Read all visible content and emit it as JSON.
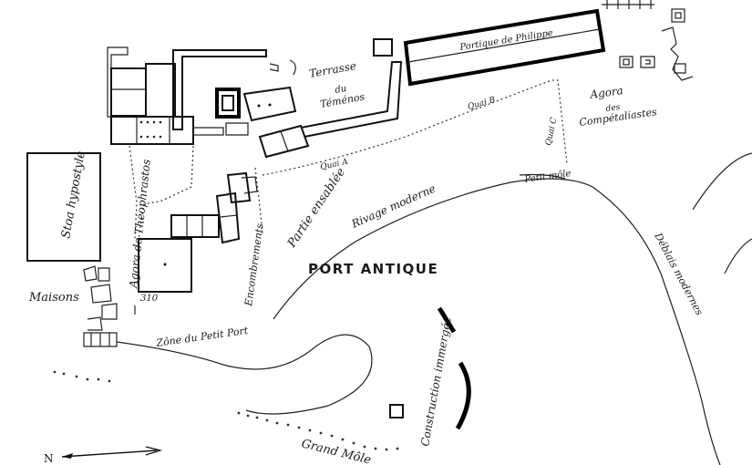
{
  "labels": {
    "portique": "Portique de Philippe",
    "terrasse_1": "Terrasse",
    "terrasse_2": "du",
    "terrasse_3": "Téménos",
    "agora_comp_1": "Agora",
    "agora_comp_2": "des",
    "agora_comp_3": "Compétaliastes",
    "quai_a": "Quai A",
    "quai_b": "Quai B",
    "quai_c": "Quai C",
    "petit_mole": "Petit môle",
    "partie_ensablee": "Partie ensablée",
    "rivage_moderne": "Rivage moderne",
    "port_antique": "PORT ANTIQUE",
    "stoa": "Stoa hypostyle",
    "agora_theo": "Agora de Théophrastos",
    "encombrements": "Encombrements",
    "maisons": "Maisons",
    "zone_petit_port": "Zône du Petit Port",
    "construction": "Construction immergée",
    "grand_mole": "Grand Môle",
    "deblais": "Déblais modernes",
    "num_310": "310",
    "north": "N"
  }
}
